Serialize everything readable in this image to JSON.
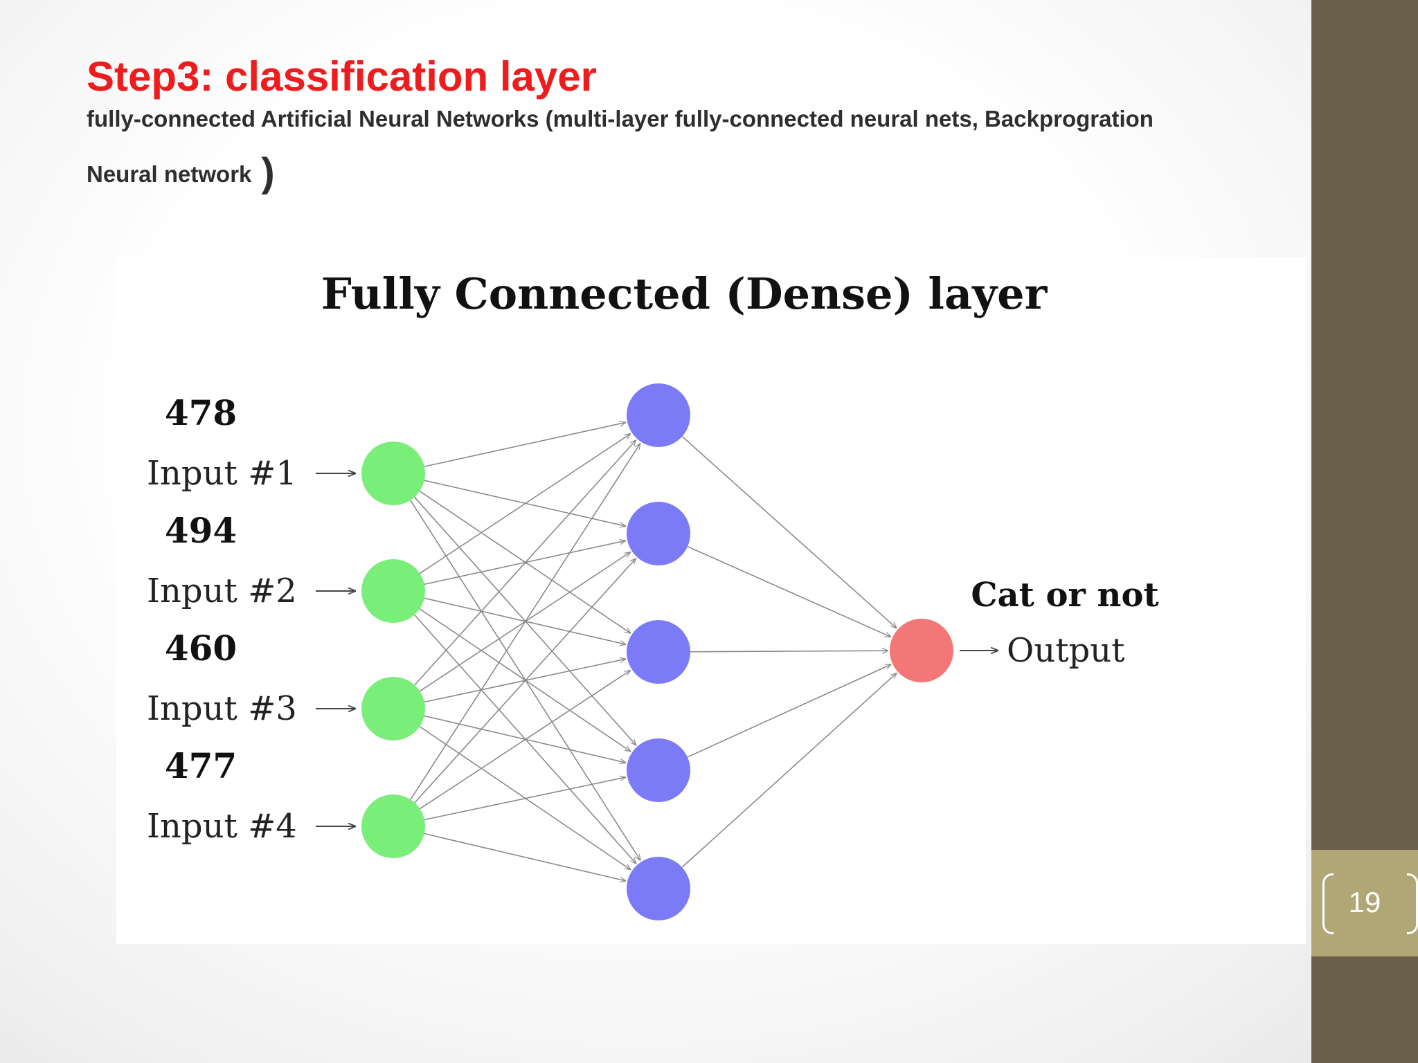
{
  "slide": {
    "title": "Step3: classification layer",
    "subtitle_line1": "fully-connected Artificial Neural Networks (multi-layer fully-connected neural nets, Backprogration",
    "subtitle_line2": "Neural network",
    "subtitle_close": ")",
    "page_number": "19"
  },
  "diagram": {
    "title": "Fully Connected (Dense) layer",
    "inputs": [
      {
        "value": "478",
        "label": "Input #1"
      },
      {
        "value": "494",
        "label": "Input #2"
      },
      {
        "value": "460",
        "label": "Input #3"
      },
      {
        "value": "477",
        "label": "Input #4"
      }
    ],
    "hidden_count": 5,
    "output": {
      "caption": "Cat or not",
      "label": "Output"
    },
    "colors": {
      "input_node": "#79ee79",
      "hidden_node": "#7b7bf7",
      "output_node": "#f47777",
      "edge": "#8a8a8a",
      "slide_title": "#ee1c1c",
      "sidebar": "#6a604a",
      "page_badge": "#b0a676"
    }
  }
}
